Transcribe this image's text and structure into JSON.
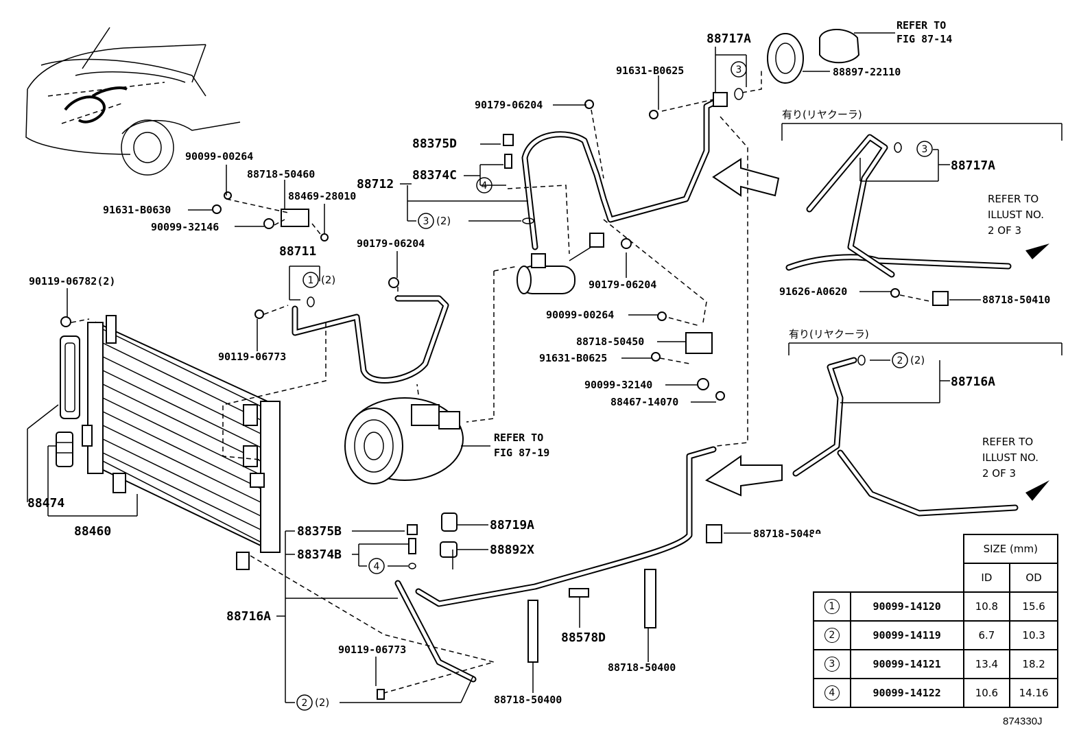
{
  "diagram": {
    "reference_code": "874330J",
    "rear_cooler_label": "有り(リヤクーラ)",
    "refer_fig_87_14": [
      "REFER TO",
      "FIG 87-14"
    ],
    "refer_fig_87_19": [
      "REFER TO",
      "FIG 87-19"
    ],
    "refer_illust": [
      "REFER TO",
      "ILLUST NO.",
      "2 OF 3"
    ],
    "qty_2": "(2)",
    "parts": {
      "p88717A": "88717A",
      "p88897_22110": "88897-22110",
      "p91631_B0625": "91631-B0625",
      "p90179_06204": "90179-06204",
      "p88375D": "88375D",
      "p88374C": "88374C",
      "p88712": "88712",
      "p90099_00264": "90099-00264",
      "p88718_50460": "88718-50460",
      "p88469_28010": "88469-28010",
      "p91631_B0630": "91631-B0630",
      "p90099_32146": "90099-32146",
      "p88711": "88711",
      "p90119_06782": "90119-06782(2)",
      "p90119_06773": "90119-06773",
      "p88718_50450": "88718-50450",
      "p90099_32140": "90099-32140",
      "p88467_14070": "88467-14070",
      "p91626_A0620": "91626-A0620",
      "p88718_50410": "88718-50410",
      "p88716A": "88716A",
      "p88474": "88474",
      "p88460": "88460",
      "p88375B": "88375B",
      "p88374B": "88374B",
      "p88719A": "88719A",
      "p88892X": "88892X",
      "p88718_50480": "88718-50480",
      "p88578D": "88578D",
      "p88718_50400": "88718-50400"
    },
    "size_table": {
      "title": "SIZE (mm)",
      "col_id": "ID",
      "col_od": "OD",
      "rows": [
        {
          "num": "1",
          "part": "90099-14120",
          "id": "10.8",
          "od": "15.6"
        },
        {
          "num": "2",
          "part": "90099-14119",
          "id": "6.7",
          "od": "10.3"
        },
        {
          "num": "3",
          "part": "90099-14121",
          "id": "13.4",
          "od": "18.2"
        },
        {
          "num": "4",
          "part": "90099-14122",
          "id": "10.6",
          "od": "14.16"
        }
      ]
    },
    "oring_refs": [
      "1",
      "2",
      "3",
      "4"
    ]
  }
}
